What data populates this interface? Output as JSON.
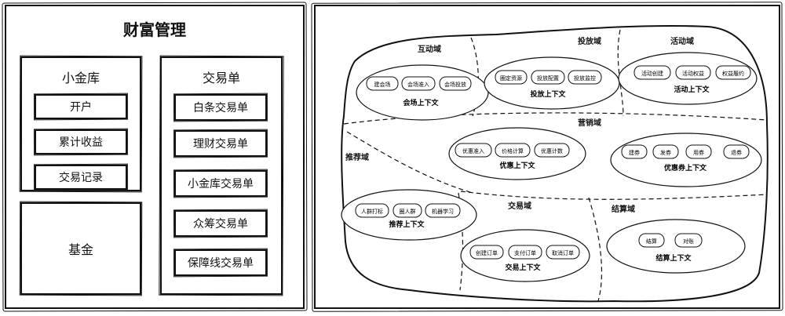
{
  "wealth": {
    "title": "财富管理",
    "vault": {
      "title": "小金库",
      "items": [
        "开户",
        "累计收益",
        "交易记录"
      ]
    },
    "fund": {
      "title": "基金"
    },
    "orders": {
      "title": "交易单",
      "items": [
        "白条交易单",
        "理财交易单",
        "小金库交易单",
        "众筹交易单",
        "保障线交易单"
      ]
    }
  },
  "domain_map": {
    "regions": [
      {
        "name": "互动域"
      },
      {
        "name": "投放域"
      },
      {
        "name": "活动域"
      },
      {
        "name": "营销域"
      },
      {
        "name": "推荐域"
      },
      {
        "name": "交易域"
      },
      {
        "name": "结算域"
      }
    ],
    "contexts": [
      {
        "title": "会场上下文",
        "items": [
          "建会场",
          "会场准入",
          "会场投放"
        ]
      },
      {
        "title": "投放上下文",
        "items": [
          "圈定资源",
          "投放配置",
          "投放监控"
        ]
      },
      {
        "title": "活动上下文",
        "items": [
          "活动创建",
          "活动权益",
          "权益履约"
        ]
      },
      {
        "title": "优惠上下文",
        "items": [
          "优惠准入",
          "价格计算",
          "优惠计数"
        ]
      },
      {
        "title": "优惠券上下文",
        "items": [
          "建券",
          "发券",
          "用券",
          "退券"
        ]
      },
      {
        "title": "推荐上下文",
        "items": [
          "人群打标",
          "圈人群",
          "机器学习"
        ]
      },
      {
        "title": "交易上下文",
        "items": [
          "创建订单",
          "支付订单",
          "取消订单"
        ]
      },
      {
        "title": "结算上下文",
        "items": [
          "结算",
          "对账"
        ]
      }
    ]
  }
}
